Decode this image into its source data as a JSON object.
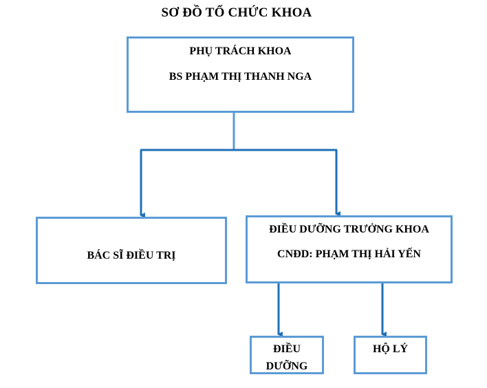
{
  "title": "SƠ ĐỒ TỔ CHỨC KHOA",
  "nodes": {
    "head": {
      "role": "PHỤ TRÁCH KHOA",
      "person": "BS PHẠM THỊ THANH NGA"
    },
    "doctor": {
      "label": "BÁC SĨ ĐIỀU TRỊ"
    },
    "nurse_head": {
      "role": "ĐIỀU DƯỠNG TRƯỞNG KHOA",
      "person": "CNĐD:  PHẠM THỊ HẢI YẾN"
    },
    "nurse": {
      "line1": "ĐIỀU",
      "line2": "DƯỠNG"
    },
    "orderly": {
      "label": "HỘ LÝ"
    }
  },
  "colors": {
    "box_border": "#5b9bd5",
    "trunk_line": "#5b9bd5",
    "arrow": "#1f6fb5",
    "text": "#000000"
  }
}
